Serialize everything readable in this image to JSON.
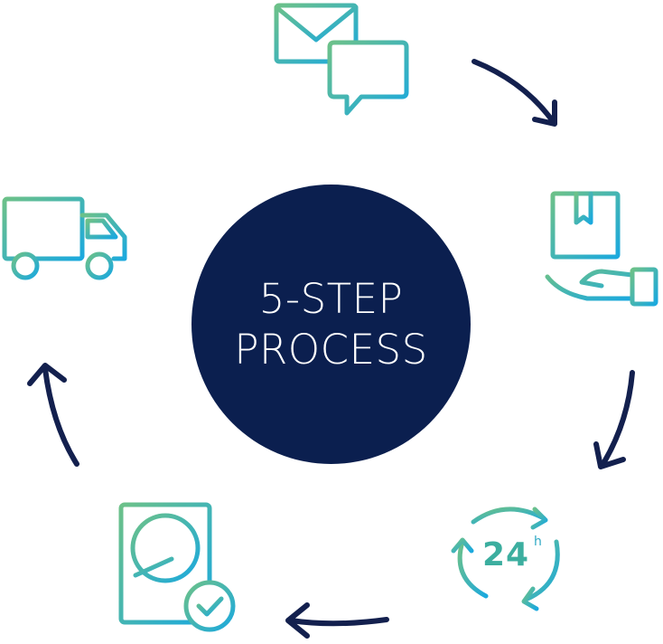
{
  "center": {
    "line1": "5-STEP",
    "line2": "PROCESS"
  },
  "icons": {
    "step_contact": "mail-chat-icon",
    "step_package": "package-hand-icon",
    "step_24h": "clock-24h-icon",
    "step_drive": "hard-drive-check-icon",
    "step_delivery": "delivery-truck-icon"
  },
  "badge_24h": {
    "number": "24",
    "unit": "h"
  },
  "colors": {
    "navy": "#0b1f4f",
    "arrow": "#13204e",
    "gradient_start": "#6cc189",
    "gradient_end": "#1ba9de"
  }
}
